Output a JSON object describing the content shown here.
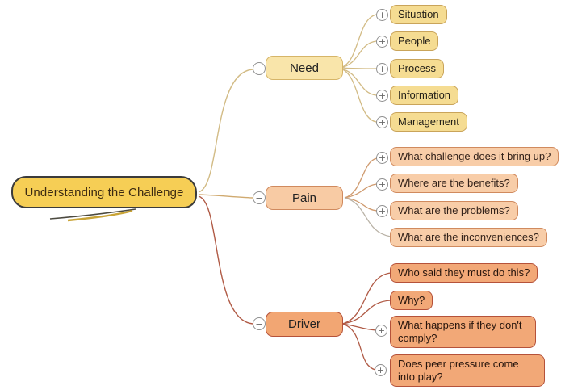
{
  "root": {
    "label": "Understanding the Challenge"
  },
  "branches": [
    {
      "label": "Need",
      "children": [
        {
          "label": "Situation"
        },
        {
          "label": "People"
        },
        {
          "label": "Process"
        },
        {
          "label": "Information"
        },
        {
          "label": "Management"
        }
      ]
    },
    {
      "label": "Pain",
      "children": [
        {
          "label": "What challenge does it bring up?"
        },
        {
          "label": "Where are the benefits?"
        },
        {
          "label": "What are the problems?"
        },
        {
          "label": "What are the inconveniences?"
        }
      ]
    },
    {
      "label": "Driver",
      "children": [
        {
          "label": "Who said they must do this?"
        },
        {
          "label": "Why?"
        },
        {
          "label": "What happens if they don't comply?"
        },
        {
          "label": "Does peer pressure come into play?"
        }
      ]
    }
  ],
  "icons": {
    "expand": "+",
    "collapse": "−"
  },
  "colors": {
    "root_fill": "#f6ce55",
    "root_border": "#3b3b3b",
    "need_branch_fill": "#f9e5aa",
    "need_child_fill": "#f5dc92",
    "need_border": "#c9a45a",
    "pain_fill": "#f8cda8",
    "pain_border": "#d08a5e",
    "driver_fill": "#f2a877",
    "driver_border": "#b5523a",
    "need_line": "#d2bb85",
    "pain_line": "#cf9a6e",
    "driver_line": "#b05a45"
  }
}
